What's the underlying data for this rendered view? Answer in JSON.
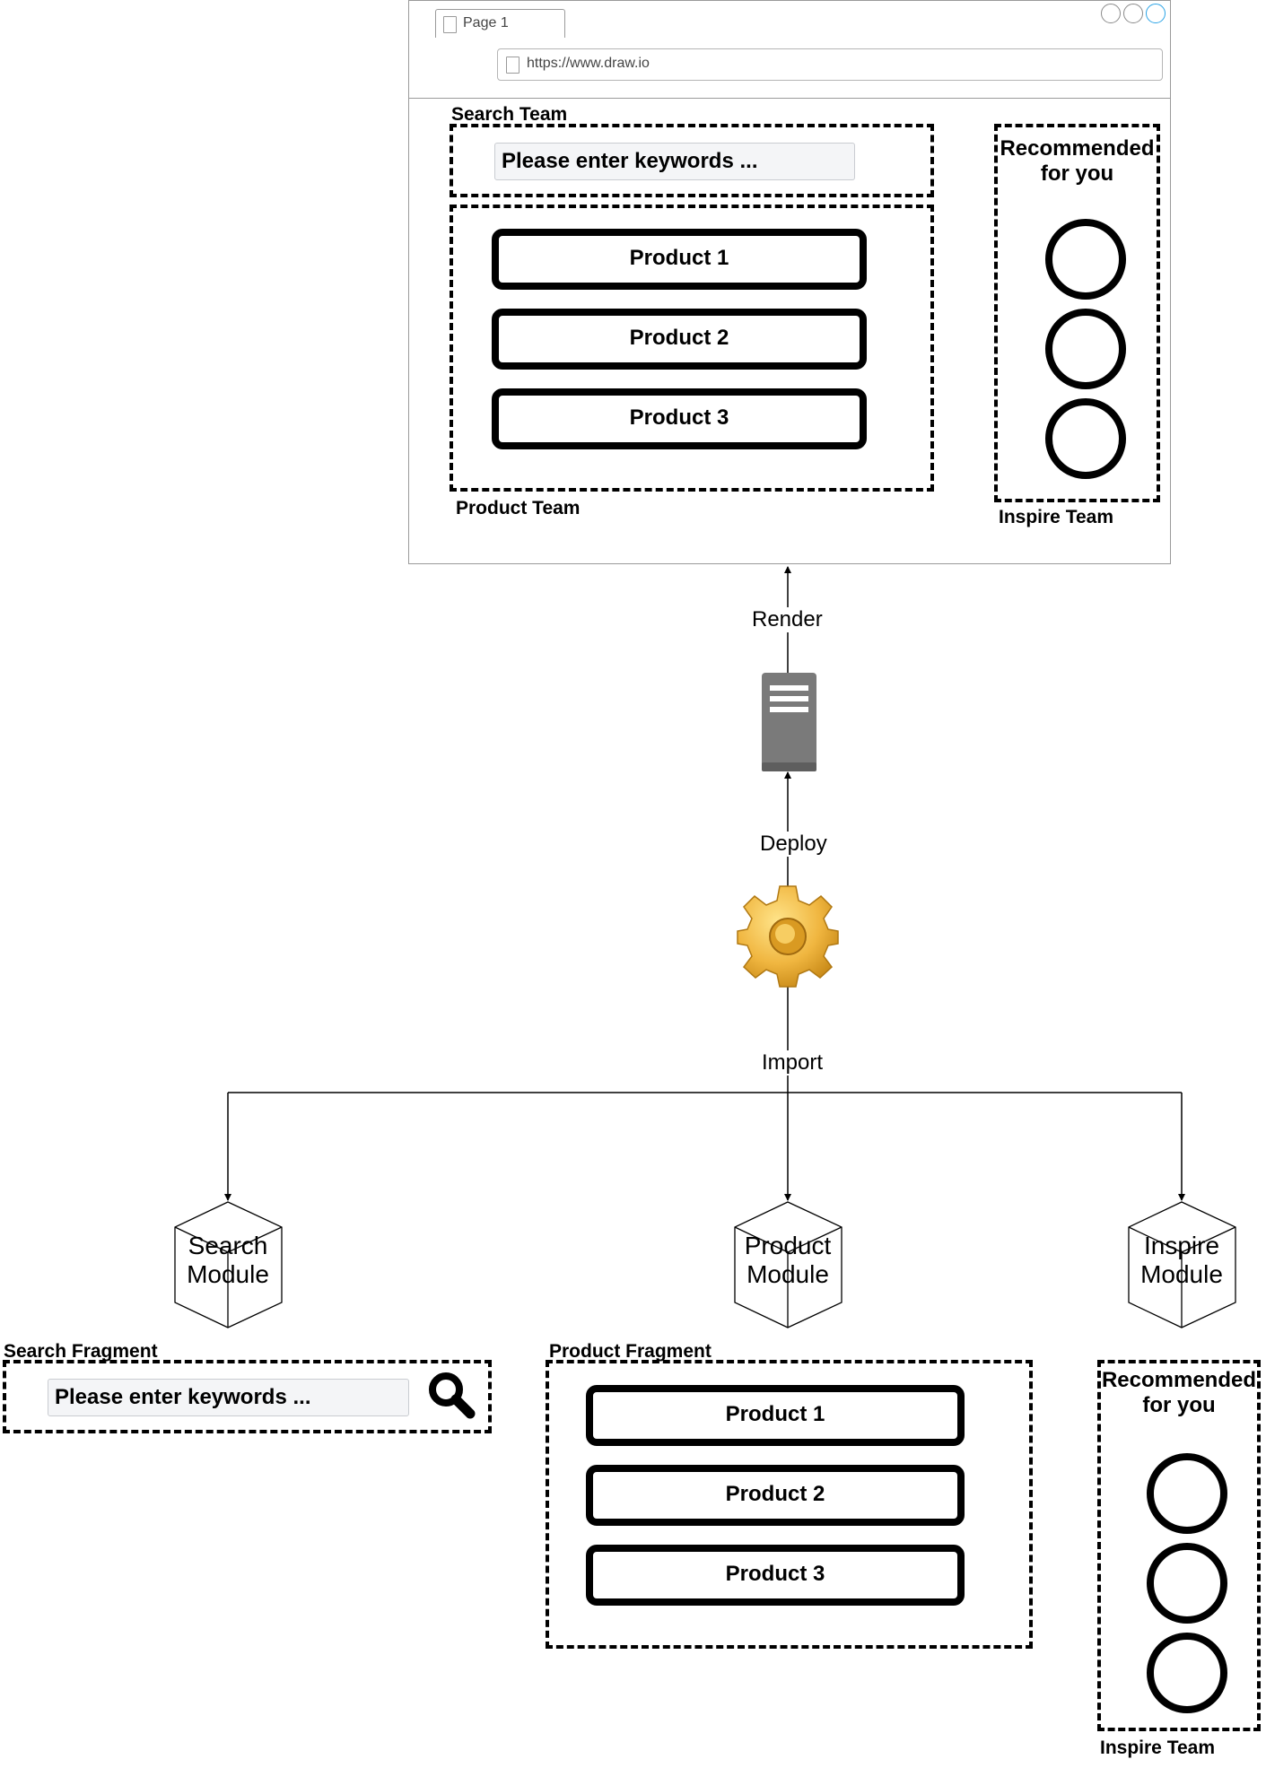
{
  "browser": {
    "tab_title": "Page 1",
    "url": "https://www.draw.io"
  },
  "page": {
    "search_team": {
      "label": "Search Team",
      "placeholder": "Please enter keywords ..."
    },
    "product_team": {
      "label": "Product Team",
      "products": [
        "Product 1",
        "Product 2",
        "Product 3"
      ]
    },
    "inspire_team": {
      "label": "Inspire Team",
      "title_line1": "Recommended",
      "title_line2": "for you"
    }
  },
  "flow": {
    "render": "Render",
    "deploy": "Deploy",
    "import": "Import"
  },
  "modules": {
    "search": {
      "line1": "Search",
      "line2": "Module"
    },
    "product": {
      "line1": "Product",
      "line2": "Module"
    },
    "inspire": {
      "line1": "Inspire",
      "line2": "Module"
    }
  },
  "fragments": {
    "search": {
      "label": "Search Fragment",
      "placeholder": "Please enter keywords ..."
    },
    "product": {
      "label": "Product Fragment",
      "products": [
        "Product 1",
        "Product 2",
        "Product 3"
      ]
    },
    "inspire": {
      "label": "Inspire Team",
      "title_line1": "Recommended",
      "title_line2": "for you"
    }
  },
  "icons": {
    "server": "server-icon",
    "gear": "gear-icon",
    "search": "search-icon",
    "module": "cube-icon"
  },
  "colors": {
    "server_body": "#7a7a7a",
    "gear": "#f0b640",
    "window_accent": "#29a3e6"
  }
}
